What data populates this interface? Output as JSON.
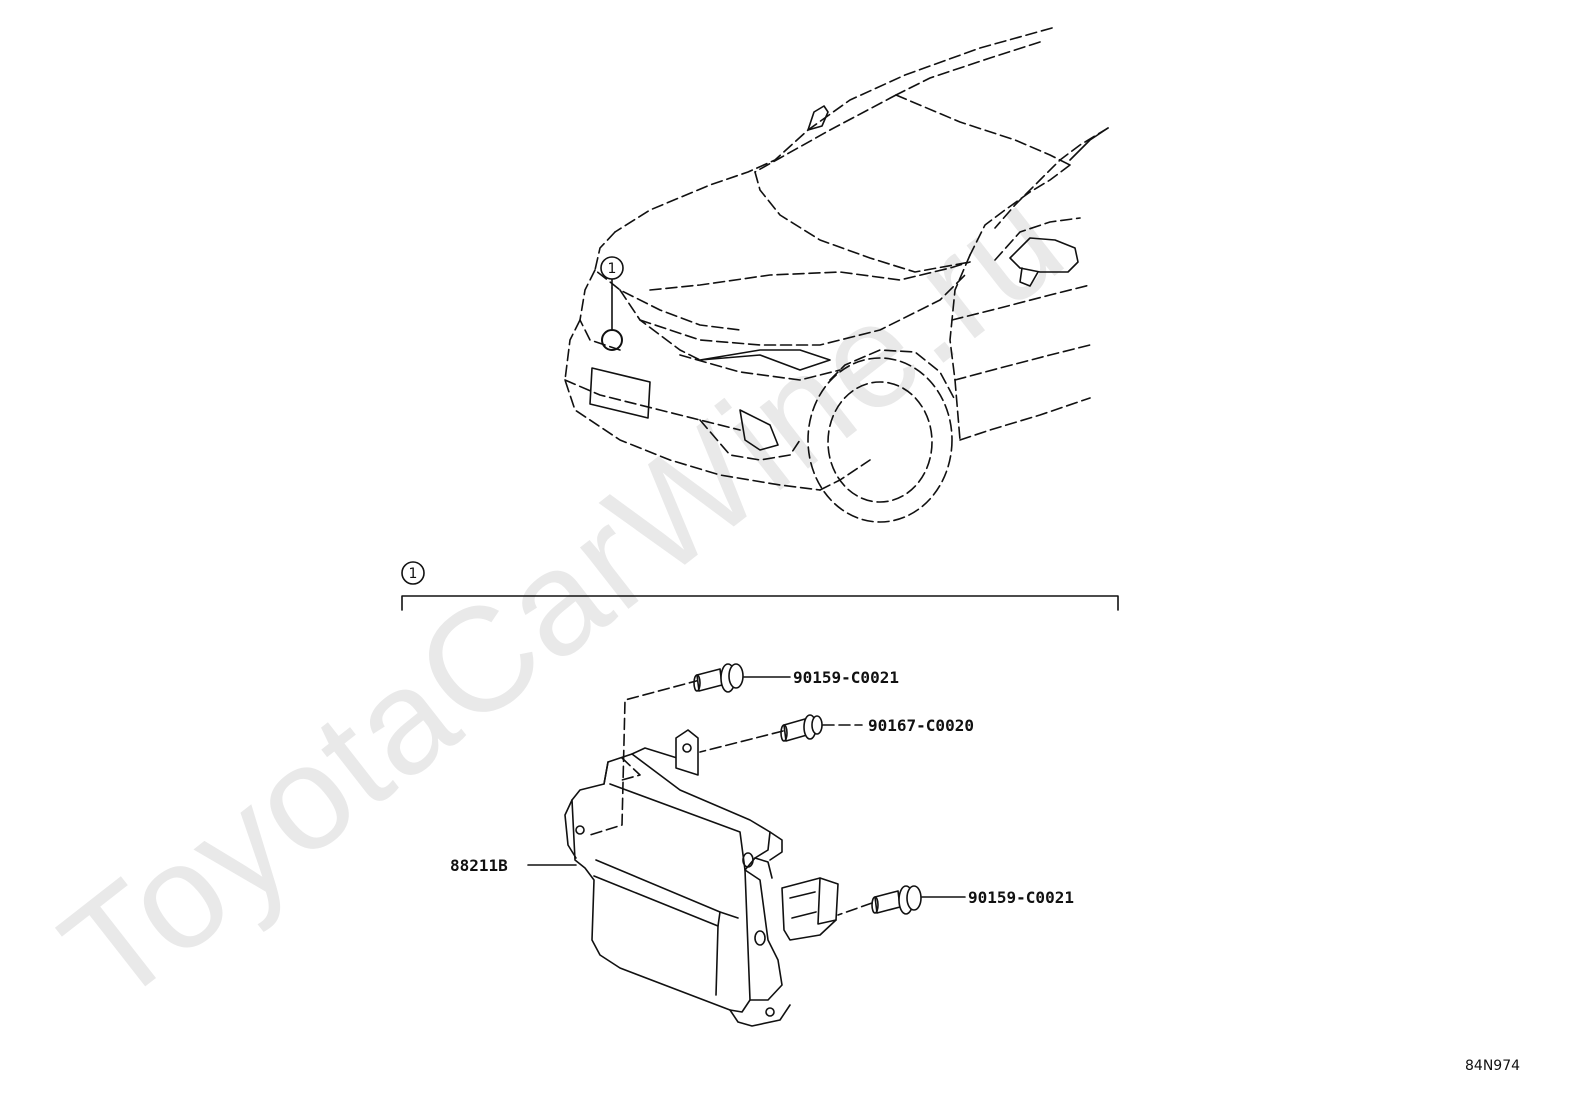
{
  "watermark": {
    "text": "ToyotaCarWine.ru"
  },
  "callout": {
    "number": "1"
  },
  "group_header": {
    "number": "1"
  },
  "parts": [
    {
      "id": "bolt-top",
      "label": "90159-C0021"
    },
    {
      "id": "screw-middle",
      "label": "90167-C0020"
    },
    {
      "id": "sensor",
      "label": "88211B"
    },
    {
      "id": "bolt-bottom",
      "label": "90159-C0021"
    }
  ],
  "reference_code": "84N974",
  "icons": {
    "callout": "circled-number-icon",
    "car": "car-outline-illustration",
    "sensor": "radar-sensor-illustration",
    "bolt": "flange-bolt-icon"
  }
}
